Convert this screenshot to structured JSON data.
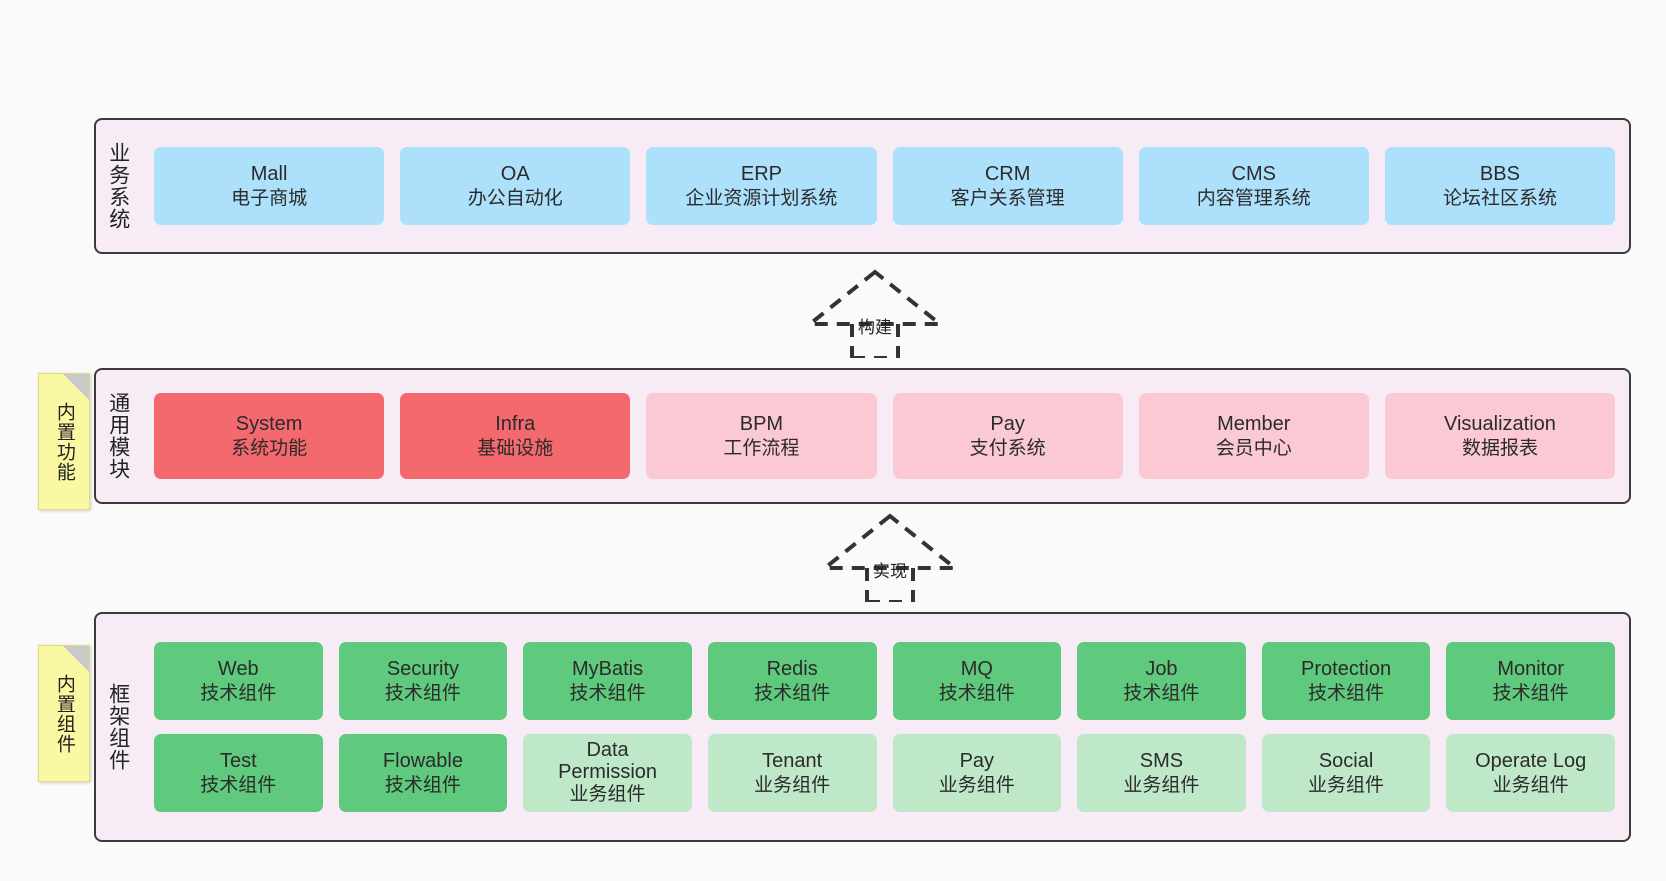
{
  "diagram": {
    "background_color": "#fafafa",
    "layer_fill": "#f7ebf6",
    "layer_border": "#3b3b3b"
  },
  "notes": [
    {
      "name": "builtin-features-note",
      "text": "内置功能"
    },
    {
      "name": "builtin-components-note",
      "text": "内置组件"
    }
  ],
  "connectors": [
    {
      "name": "build-connector",
      "label": "构建",
      "style": "dashed-realization"
    },
    {
      "name": "implement-connector",
      "label": "实现",
      "style": "dashed-realization"
    }
  ],
  "layers": [
    {
      "id": "business-systems",
      "title": "业务系统",
      "color": "#ade0fb",
      "rows": [
        [
          {
            "name": "Mall",
            "desc": "电子商城",
            "color": "#ade0fb"
          },
          {
            "name": "OA",
            "desc": "办公自动化",
            "color": "#ade0fb"
          },
          {
            "name": "ERP",
            "desc": "企业资源计划系统",
            "color": "#ade0fb"
          },
          {
            "name": "CRM",
            "desc": "客户关系管理",
            "color": "#ade0fb"
          },
          {
            "name": "CMS",
            "desc": "内容管理系统",
            "color": "#ade0fb"
          },
          {
            "name": "BBS",
            "desc": "论坛社区系统",
            "color": "#ade0fb"
          }
        ]
      ]
    },
    {
      "id": "common-modules",
      "title": "通用模块",
      "rows": [
        [
          {
            "name": "System",
            "desc": "系统功能",
            "color": "#f4696e"
          },
          {
            "name": "Infra",
            "desc": "基础设施",
            "color": "#f4696e"
          },
          {
            "name": "BPM",
            "desc": "工作流程",
            "color": "#fbc9d4"
          },
          {
            "name": "Pay",
            "desc": "支付系统",
            "color": "#fbc9d4"
          },
          {
            "name": "Member",
            "desc": "会员中心",
            "color": "#fbc9d4"
          },
          {
            "name": "Visualization",
            "desc": "数据报表",
            "color": "#fbc9d4"
          }
        ]
      ]
    },
    {
      "id": "framework-components",
      "title": "框架组件",
      "rows": [
        [
          {
            "name": "Web",
            "desc": "技术组件",
            "color": "#5fc97d"
          },
          {
            "name": "Security",
            "desc": "技术组件",
            "color": "#5fc97d"
          },
          {
            "name": "MyBatis",
            "desc": "技术组件",
            "color": "#5fc97d"
          },
          {
            "name": "Redis",
            "desc": "技术组件",
            "color": "#5fc97d"
          },
          {
            "name": "MQ",
            "desc": "技术组件",
            "color": "#5fc97d"
          },
          {
            "name": "Job",
            "desc": "技术组件",
            "color": "#5fc97d"
          },
          {
            "name": "Protection",
            "desc": "技术组件",
            "color": "#5fc97d"
          },
          {
            "name": "Monitor",
            "desc": "技术组件",
            "color": "#5fc97d"
          }
        ],
        [
          {
            "name": "Test",
            "desc": "技术组件",
            "color": "#5fc97d"
          },
          {
            "name": "Flowable",
            "desc": "技术组件",
            "color": "#5fc97d"
          },
          {
            "name": "Data Permission",
            "desc": "业务组件",
            "color": "#bfe8c9"
          },
          {
            "name": "Tenant",
            "desc": "业务组件",
            "color": "#bfe8c9"
          },
          {
            "name": "Pay",
            "desc": "业务组件",
            "color": "#bfe8c9"
          },
          {
            "name": "SMS",
            "desc": "业务组件",
            "color": "#bfe8c9"
          },
          {
            "name": "Social",
            "desc": "业务组件",
            "color": "#bfe8c9"
          },
          {
            "name": "Operate Log",
            "desc": "业务组件",
            "color": "#bfe8c9"
          }
        ]
      ]
    }
  ]
}
